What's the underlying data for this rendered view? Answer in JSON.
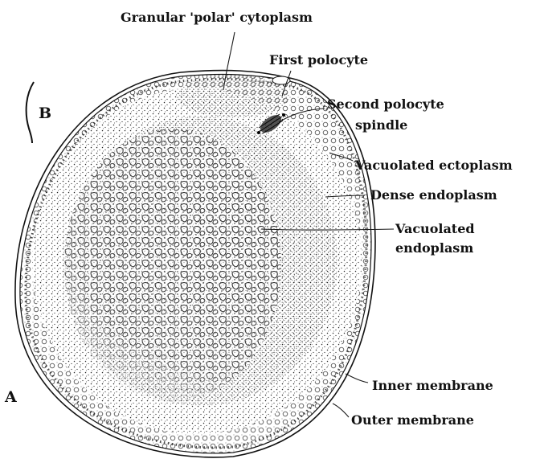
{
  "figure": {
    "letters": {
      "a": "A",
      "b": "B"
    },
    "labels": {
      "granular_polar_cytoplasm": "Granular 'polar' cytoplasm",
      "first_polocyte": "First polocyte",
      "second_polocyte_line1": "Second polocyte",
      "second_polocyte_line2": "spindle",
      "vacuolated_ectoplasm": "Vacuolated ectoplasm",
      "dense_endoplasm": "Dense endoplasm",
      "vacuolated_endoplasm_line1": "Vacuolated",
      "vacuolated_endoplasm_line2": "endoplasm",
      "inner_membrane": "Inner membrane",
      "outer_membrane": "Outer membrane"
    },
    "colors": {
      "ink": "#111111",
      "paper": "#ffffff"
    }
  }
}
